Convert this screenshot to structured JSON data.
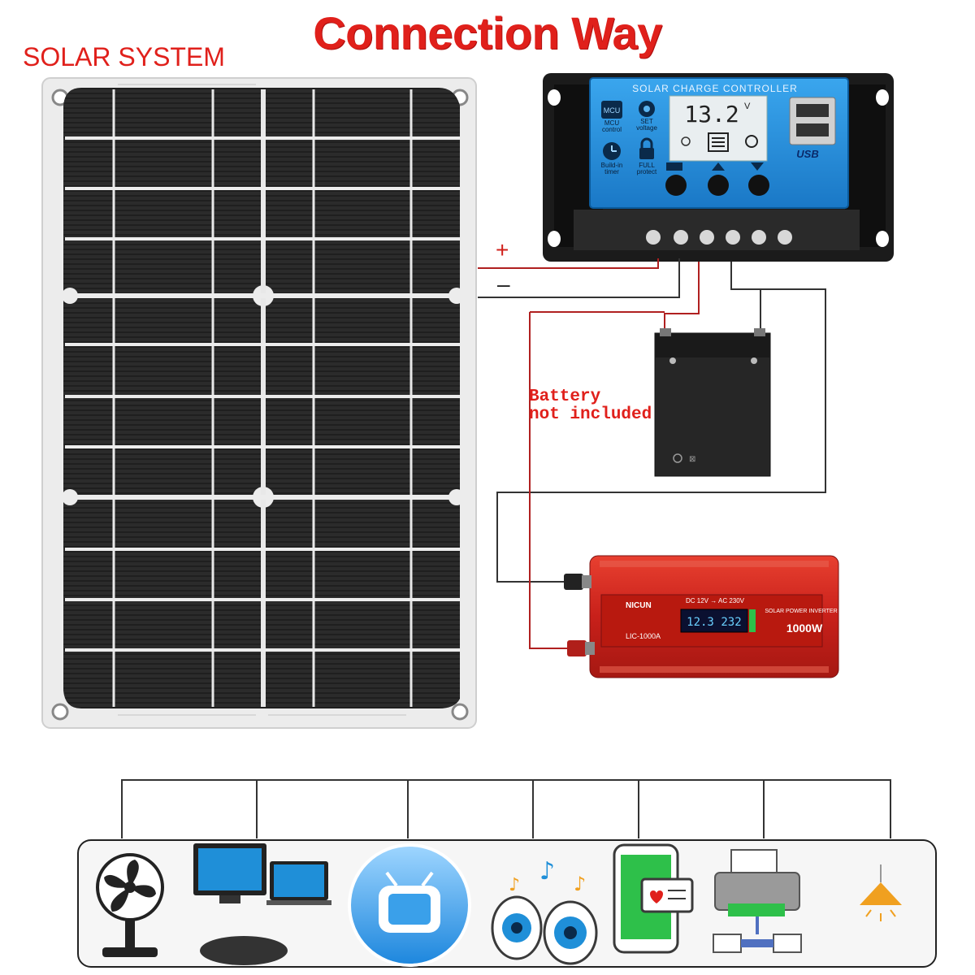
{
  "header": {
    "title": "Connection Way",
    "system_label": "SOLAR SYSTEM"
  },
  "wiring": {
    "plus": "+",
    "minus": "–",
    "battery_note_line1": "Battery",
    "battery_note_line2": "not included"
  },
  "controller": {
    "header": "SOLAR CHARGE CONTROLLER",
    "display_value": "13.2",
    "display_unit": "V",
    "btn_mcu": "MCU",
    "btn_mcu_sub": "control",
    "btn_set": "SET",
    "btn_set_sub": "voltage",
    "btn_timer": "Build-in",
    "btn_timer_sub": "timer",
    "btn_full": "FULL",
    "btn_full_sub": "protect",
    "usb_label": "USB"
  },
  "inverter": {
    "brand": "NICUN",
    "spec": "DC 12V → AC 230V",
    "model": "LIC-1000A",
    "product": "SOLAR POWER INVERTER",
    "power": "1000W",
    "lcd_left": "12.3",
    "lcd_right": "232"
  },
  "appliances": [
    "fan",
    "computer",
    "tv",
    "speakers",
    "phone",
    "printer",
    "lamp"
  ],
  "colors": {
    "accent_red": "#e0201b",
    "controller_blue": "#1e8ed8",
    "inverter_red": "#d3261c"
  }
}
